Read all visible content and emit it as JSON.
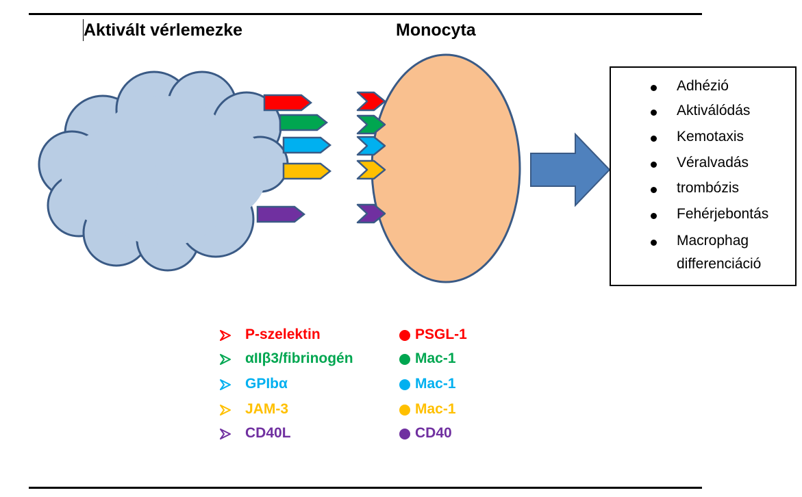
{
  "titles": {
    "platelet": "Aktivált vérlemezke",
    "monocyte": "Monocyta"
  },
  "colors": {
    "cloud_fill": "#b9cde4",
    "cell_fill": "#f9c08f",
    "outline": "#3a5a85",
    "arrow_fill": "#4f81bd"
  },
  "outcomes": {
    "items": [
      {
        "label": "Adhézió"
      },
      {
        "label": "Aktiválódás"
      },
      {
        "label": "Kemotaxis"
      },
      {
        "label": "Véralvadás"
      },
      {
        "label": "trombózis"
      },
      {
        "label": "Fehérjebontás"
      },
      {
        "label": "Macrophag"
      },
      {
        "label": "differenciáció",
        "continuation": true
      }
    ]
  },
  "legend": {
    "rows": [
      {
        "ligand": "P-szelektin",
        "receptor": "PSGL-1",
        "color": "#ff0000"
      },
      {
        "ligand": "αIIβ3/fibrinogén",
        "receptor": "Mac-1",
        "color": "#00a650"
      },
      {
        "ligand": "GPIbα",
        "receptor": "Mac-1",
        "color": "#00b0f0"
      },
      {
        "ligand": "JAM-3",
        "receptor": "Mac-1",
        "color": "#ffc000"
      },
      {
        "ligand": "CD40L",
        "receptor": "CD40",
        "color": "#7030a0"
      }
    ]
  }
}
